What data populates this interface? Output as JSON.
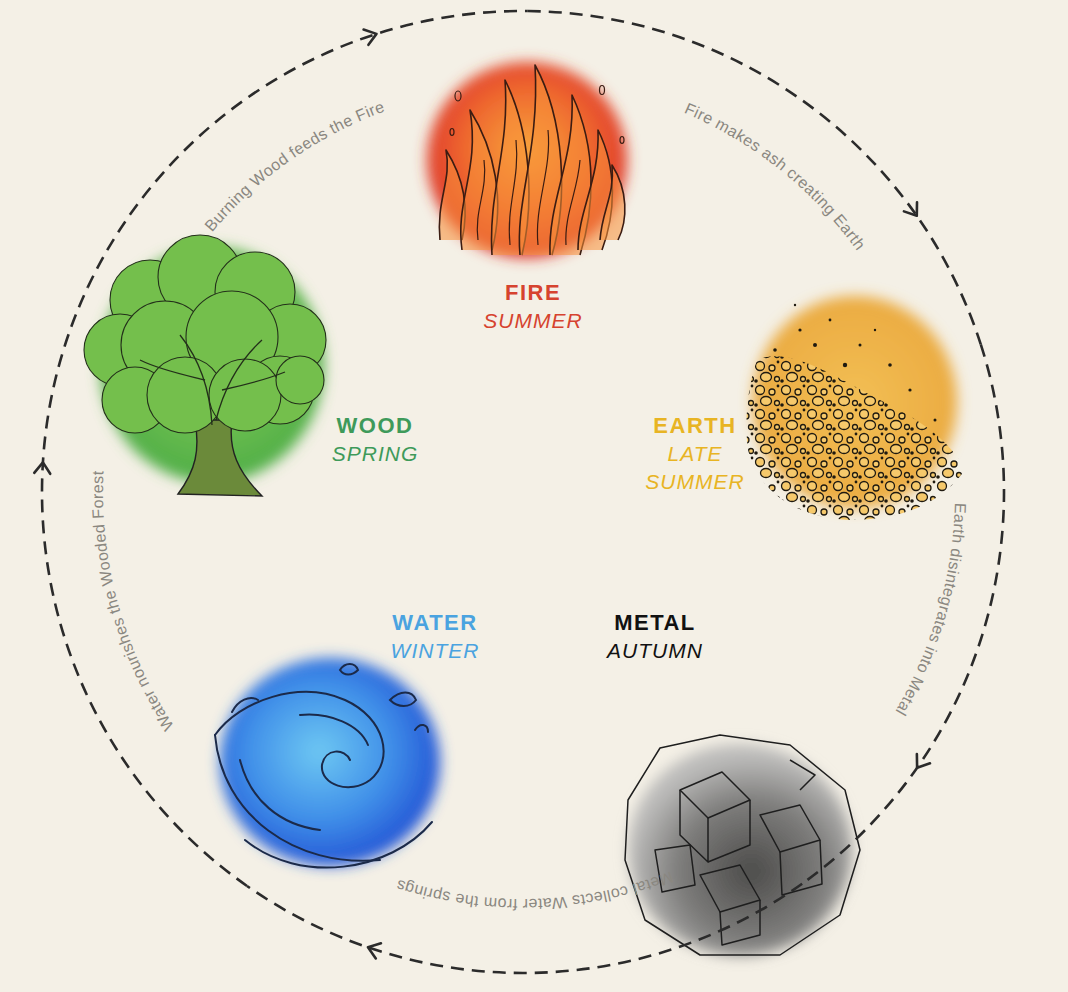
{
  "diagram": {
    "nodes": [
      {
        "text": [
          "FIRE",
          "SUMMER"
        ]
      },
      {
        "text": [
          "EARTH",
          "LATE SUMMER"
        ]
      },
      {
        "text": [
          "METAL",
          "AUTUMN"
        ]
      },
      {
        "text": [
          "WATER",
          "WINTER"
        ]
      },
      {
        "text": [
          "WOOD",
          "SPRING"
        ]
      }
    ],
    "edges": [
      {
        "from": 0,
        "to": 1,
        "arrow": "to",
        "label": "Fire makes ash creating Earth"
      },
      {
        "from": 1,
        "to": 2,
        "arrow": "to",
        "label": "Earth disintegrates into Metal"
      },
      {
        "from": 2,
        "to": 3,
        "arrow": "to",
        "label": "Metal collects Water from the springs"
      },
      {
        "from": 3,
        "to": 4,
        "arrow": "to",
        "label": "Water nourishes the Wooded Forest"
      },
      {
        "from": 4,
        "to": 0,
        "arrow": "to",
        "label": "Burning Wood feeds the Fire"
      }
    ]
  }
}
